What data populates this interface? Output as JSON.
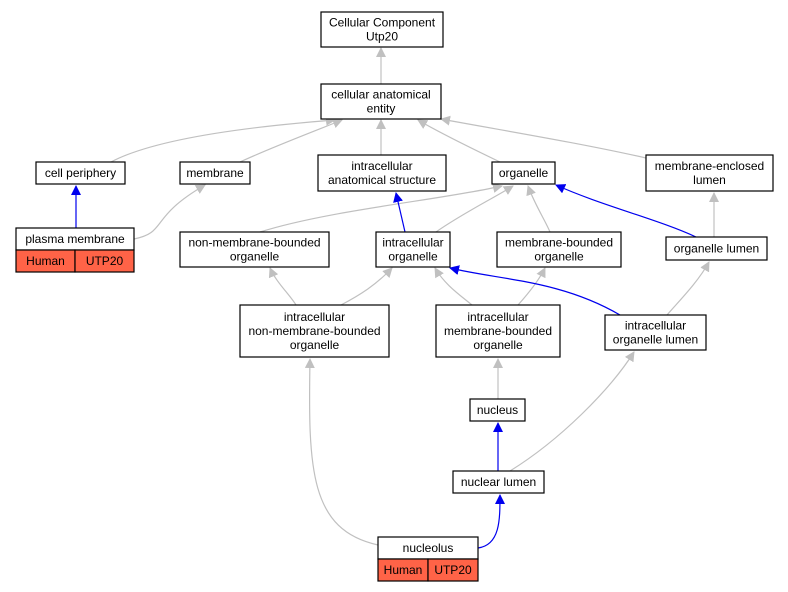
{
  "colors": {
    "gray_edge": "#c0c0c0",
    "blue_edge": "#0000ee",
    "tag_fill": "#ff6347"
  },
  "nodes": {
    "root": {
      "lines": [
        "Cellular Component",
        "Utp20"
      ]
    },
    "cae": {
      "lines": [
        "cellular anatomical",
        "entity"
      ]
    },
    "cell_periphery": {
      "lines": [
        "cell periphery"
      ]
    },
    "membrane": {
      "lines": [
        "membrane"
      ]
    },
    "ias": {
      "lines": [
        "intracellular",
        "anatomical structure"
      ]
    },
    "organelle": {
      "lines": [
        "organelle"
      ]
    },
    "mel": {
      "lines": [
        "membrane-enclosed",
        "lumen"
      ]
    },
    "plasma_membrane": {
      "lines": [
        "plasma membrane"
      ],
      "tags": [
        "Human",
        "UTP20"
      ]
    },
    "nmbo": {
      "lines": [
        "non-membrane-bounded",
        "organelle"
      ]
    },
    "io": {
      "lines": [
        "intracellular",
        "organelle"
      ]
    },
    "mbo": {
      "lines": [
        "membrane-bounded",
        "organelle"
      ]
    },
    "ol": {
      "lines": [
        "organelle lumen"
      ]
    },
    "inmbo": {
      "lines": [
        "intracellular",
        "non-membrane-bounded",
        "organelle"
      ]
    },
    "imbo": {
      "lines": [
        "intracellular",
        "membrane-bounded",
        "organelle"
      ]
    },
    "iol": {
      "lines": [
        "intracellular",
        "organelle lumen"
      ]
    },
    "nucleus": {
      "lines": [
        "nucleus"
      ]
    },
    "nuclear_lumen": {
      "lines": [
        "nuclear lumen"
      ]
    },
    "nucleolus": {
      "lines": [
        "nucleolus"
      ],
      "tags": [
        "Human",
        "UTP20"
      ]
    }
  },
  "edges": [
    {
      "from": "cae",
      "to": "root",
      "kind": "gray"
    },
    {
      "from": "cell_periphery",
      "to": "cae",
      "kind": "gray"
    },
    {
      "from": "membrane",
      "to": "cae",
      "kind": "gray"
    },
    {
      "from": "ias",
      "to": "cae",
      "kind": "gray"
    },
    {
      "from": "organelle",
      "to": "cae",
      "kind": "gray"
    },
    {
      "from": "mel",
      "to": "cae",
      "kind": "gray"
    },
    {
      "from": "plasma_membrane",
      "to": "cell_periphery",
      "kind": "blue"
    },
    {
      "from": "plasma_membrane",
      "to": "membrane",
      "kind": "gray"
    },
    {
      "from": "nmbo",
      "to": "organelle",
      "kind": "gray"
    },
    {
      "from": "io",
      "to": "ias",
      "kind": "blue"
    },
    {
      "from": "io",
      "to": "organelle",
      "kind": "gray"
    },
    {
      "from": "mbo",
      "to": "organelle",
      "kind": "gray"
    },
    {
      "from": "ol",
      "to": "organelle",
      "kind": "blue"
    },
    {
      "from": "ol",
      "to": "mel",
      "kind": "gray"
    },
    {
      "from": "inmbo",
      "to": "nmbo",
      "kind": "gray"
    },
    {
      "from": "inmbo",
      "to": "io",
      "kind": "gray"
    },
    {
      "from": "imbo",
      "to": "io",
      "kind": "gray"
    },
    {
      "from": "imbo",
      "to": "mbo",
      "kind": "gray"
    },
    {
      "from": "iol",
      "to": "io",
      "kind": "blue"
    },
    {
      "from": "iol",
      "to": "ol",
      "kind": "gray"
    },
    {
      "from": "nucleus",
      "to": "imbo",
      "kind": "gray"
    },
    {
      "from": "nuclear_lumen",
      "to": "nucleus",
      "kind": "blue"
    },
    {
      "from": "nuclear_lumen",
      "to": "iol",
      "kind": "gray"
    },
    {
      "from": "nucleolus",
      "to": "inmbo",
      "kind": "gray"
    },
    {
      "from": "nucleolus",
      "to": "nuclear_lumen",
      "kind": "blue"
    }
  ]
}
